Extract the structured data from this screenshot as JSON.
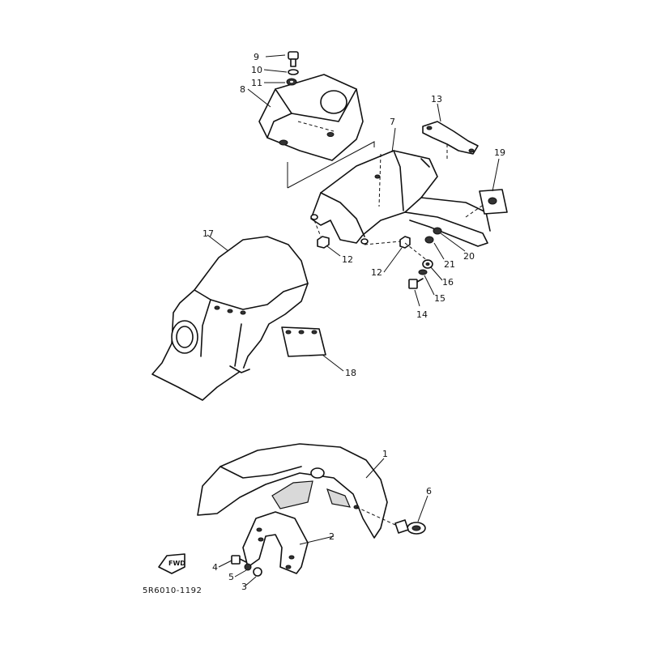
{
  "diagram": {
    "code": "5R6010-1192",
    "fwd_label": "FWD",
    "callouts": {
      "c1": "1",
      "c2": "2",
      "c3": "3",
      "c4": "4",
      "c5": "5",
      "c6": "6",
      "c7": "7",
      "c8": "8",
      "c9": "9",
      "c10": "10",
      "c11": "11",
      "c12a": "12",
      "c12b": "12",
      "c13": "13",
      "c14": "14",
      "c15": "15",
      "c16": "16",
      "c17": "17",
      "c18": "18",
      "c19": "19",
      "c20": "20",
      "c21": "21"
    }
  }
}
